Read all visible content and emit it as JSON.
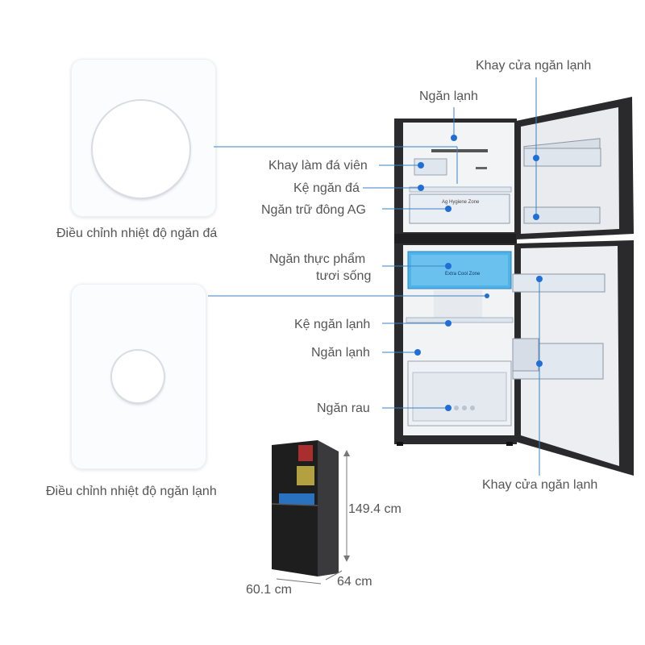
{
  "labels": {
    "freezer_knob_caption": "Điều chỉnh nhiệt độ ngăn đá",
    "fridge_knob_caption": "Điều chỉnh nhiệt độ ngăn lạnh",
    "ngan_lanh_top": "Ngăn lạnh",
    "khay_lam_da": "Khay làm đá viên",
    "ke_ngan_da": "Kệ ngăn đá",
    "ngan_tru_dong": "Ngăn trữ đông AG",
    "ngan_thuc_pham_1": "Ngăn thực phẩm",
    "ngan_thuc_pham_2": "tươi sống",
    "ke_ngan_lanh": "Kệ ngăn lạnh",
    "ngan_lanh_mid": "Ngăn lạnh",
    "ngan_rau": "Ngăn rau",
    "khay_cua_top": "Khay cửa ngăn lạnh",
    "khay_cua_bottom": "Khay cửa ngăn lạnh"
  },
  "inner_text": {
    "freezer_drawer": "Ag Hygiene Zone",
    "crisper": "Extra Cool Zone"
  },
  "dimensions": {
    "height": "149.4 cm",
    "depth": "64 cm",
    "width": "60.1 cm"
  },
  "colors": {
    "accent_dot": "#1f6fd6",
    "leader_line": "#3b82c4",
    "fridge_body": "#2b2b2d",
    "interior": "#f2f3f5",
    "crisper_blue": "#4fb3e8"
  }
}
